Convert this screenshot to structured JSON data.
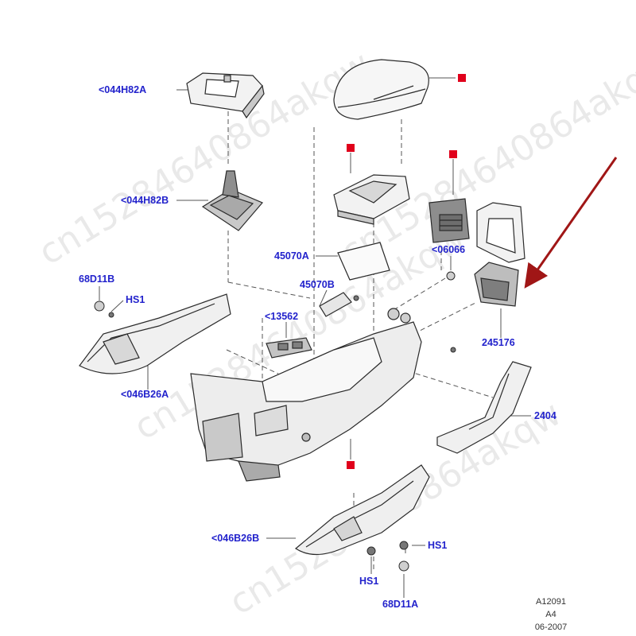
{
  "colors": {
    "callout_text": "#2222cc",
    "marker": "#e0001b",
    "arrow": "#a01616",
    "line_art": "#2a2a2a",
    "leader": "#555555",
    "part_fill": "#f2f2f2",
    "part_shade": "#c9c9c9"
  },
  "callouts": {
    "c044H82A": "<044H82A",
    "c044H82B": "<044H82B",
    "c45070A": "45070A",
    "c45070B": "45070B",
    "c13562": "<13562",
    "c68D11B": "68D11B",
    "cHS1_top": "HS1",
    "c046B26A": "<046B26A",
    "c06066": "<06066",
    "c245176": "245176",
    "c2404": "2404",
    "c046B26B": "<046B26B",
    "cHS1_right": "HS1",
    "cHS1_bottom": "HS1",
    "c68D11A": "68D11A"
  },
  "figure_meta": {
    "figure_id": "A12091",
    "sheet": "A4",
    "date": "06-2007"
  },
  "watermark": {
    "text": "cn15284640864akqw"
  },
  "icons": {
    "new_part_marker": "red-square-icon",
    "pointer": "red-arrow-icon"
  }
}
